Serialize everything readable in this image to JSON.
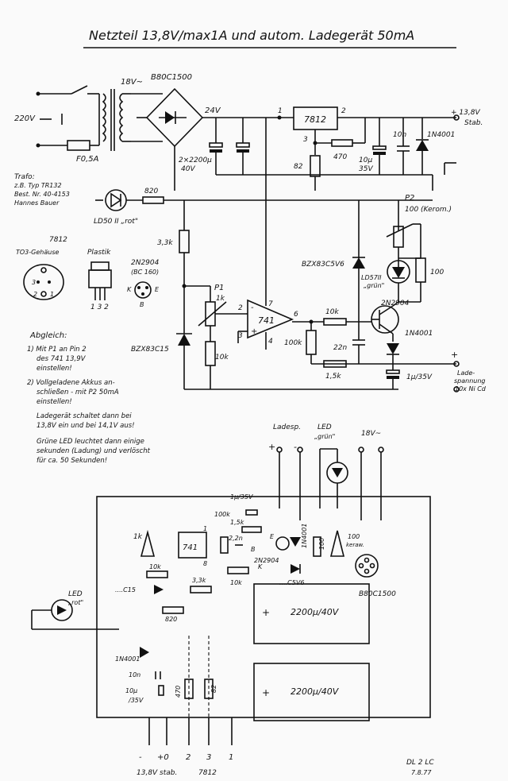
{
  "title": "Netzteil 13,8V/max1A und autom. Ladegerät 50mA",
  "schematic": {
    "mains": "220V",
    "fuse": "F0,5A",
    "transformer": "18V~",
    "bridge": "B80C1500",
    "v24": "24V",
    "caps_main": "2×2200µ",
    "caps_main_v": "40V",
    "node1": "1",
    "node2": "2",
    "node3": "3",
    "regulator": "7812",
    "r82": "82",
    "r470": "470",
    "cap_10u": "10µ",
    "cap_10u_v": "35V",
    "cap_10n": "10n",
    "diode_out": "1N4001",
    "out_label": "+ 13,8V",
    "out_label2": "Stab.",
    "trafo_head": "Trafo:",
    "trafo_1": "z.B. Typ TR132",
    "trafo_2": "Best. Nr. 40-4153",
    "trafo_3": "Hannes Bauer",
    "led_red": "LD50 II „rot\"",
    "r820": "820",
    "p2": "P2",
    "p2_val": "100 (Kerom.)",
    "r3k3": "3,3k",
    "p1": "P1",
    "p1_val": "1k",
    "zener_15": "BZX83C15",
    "r10k_a": "10k",
    "zener_5v6": "BZX83C5V6",
    "led_green": "LD57II",
    "led_green2": "„grün\"",
    "r100": "100",
    "transistor": "2N2904",
    "opamp": "741",
    "pin2": "2",
    "pin7": "7",
    "pin6": "6",
    "pin3": "3",
    "pin4": "4",
    "r10k_b": "10k",
    "r100k": "100k",
    "cap_22n": "22n",
    "r1k5": "1,5k",
    "diode_2": "1N4001",
    "cap_1u": "1µ/35V",
    "lade_1": "Lade-",
    "lade_2": "spannung",
    "lade_3": "10x Ni Cd",
    "pkg_7812": "7812",
    "pkg_to3": "TO3-Gehäuse",
    "pkg_plastik": "Plastik",
    "pkg_pins": "1 3 2",
    "pkg_2n": "2N2904",
    "pkg_2n_b": "(BC 160)",
    "pkg_k": "K",
    "pkg_e": "E",
    "pkg_b": "B",
    "pkg_to3_pins": "3  2  1",
    "abgleich_head": "Abgleich:",
    "abgleich_1a": "1) Mit P1 an Pin 2",
    "abgleich_1b": "des 741 13,9V",
    "abgleich_1c": "einstellen!",
    "abgleich_2a": "2) Vollgeladene Akkus an-",
    "abgleich_2b": "schließen - mit P2  50mA",
    "abgleich_2c": "einstellen!",
    "abgleich_3a": "Ladegerät schaltet dann bei",
    "abgleich_3b": "13,8V ein und bei 14,1V aus!",
    "abgleich_4a": "Grüne LED leuchtet dann einige",
    "abgleich_4b": "sekunden (Ladung) und verlöscht",
    "abgleich_4c": "für ca. 50 Sekunden!"
  },
  "board": {
    "ladesp": "Ladesp.",
    "plus": "+",
    "minus": "-",
    "led_grun": "LED",
    "led_grun2": "„grün\"",
    "v18": "18V~",
    "c1u": "1µ/35V",
    "k100": "100k",
    "k15": "1,5k",
    "n22": "2,2n",
    "b_1k": "1k",
    "b_741": "741",
    "pin1": "1",
    "pin8": "8",
    "e": "E",
    "b": "B",
    "k": "K",
    "d1n4001": "1N4001",
    "r100": "100",
    "p100": "100",
    "p100b": "keraw.",
    "r10k_1": "10k",
    "r10k_2": "10k",
    "t2n2904": "2N2904",
    "z5v6": "....C5V6",
    "bridge": "B80C1500",
    "led_rot": "LED",
    "led_rot2": "„rot\"",
    "z15": "....C15",
    "r3k3": "3,3k",
    "r820": "820",
    "cap1": "2200µ/40V",
    "cap2": "2200µ/40V",
    "d_1n4001": "1N4001",
    "c10n": "10n",
    "c10u": "10µ",
    "c35v": "/35V",
    "r470": "470",
    "r82": "82",
    "conn_minus": "-",
    "conn_plus0": "+0",
    "conn_2": "2",
    "conn_3": "3",
    "conn_1": "1",
    "stab": "13,8V stab.",
    "reg": "7812",
    "sign": "DL 2 LC",
    "date": "7.8.77"
  }
}
